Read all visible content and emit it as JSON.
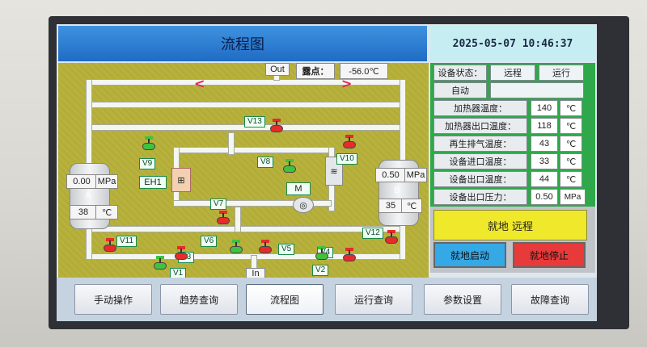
{
  "header": {
    "title": "流程图",
    "datetime": "2025-05-07 10:46:37"
  },
  "process": {
    "out_label": "Out",
    "in_label": "In",
    "dewpoint_label": "露点：",
    "dewpoint_value": "-56.0℃",
    "valves": {
      "v1": "V1",
      "v2": "V2",
      "v3": "V3",
      "v4": "V4",
      "v5": "V5",
      "v6": "V6",
      "v7": "V7",
      "v8": "V8",
      "v9": "V9",
      "v10": "V10",
      "v11": "V11",
      "v12": "V12",
      "v13": "V13"
    },
    "eh1": "EH1",
    "m": "M",
    "tower_a": {
      "name": "A",
      "pressure": "0.00",
      "pressure_unit": "MPa",
      "temp": "38",
      "temp_unit": "℃"
    },
    "tower_b": {
      "name": "B",
      "pressure": "0.50",
      "pressure_unit": "MPa",
      "temp": "35",
      "temp_unit": "℃"
    }
  },
  "status_panel": {
    "device_status_label": "设备状态：",
    "mode_remote": "远程",
    "mode_run": "运行",
    "mode_auto": "自动",
    "rows": [
      {
        "label": "加热器温度：",
        "value": "140",
        "unit": "℃"
      },
      {
        "label": "加热器出口温度：",
        "value": "118",
        "unit": "℃"
      },
      {
        "label": "再生排气温度：",
        "value": "43",
        "unit": "℃"
      },
      {
        "label": "设备进口温度：",
        "value": "33",
        "unit": "℃"
      },
      {
        "label": "设备出口温度：",
        "value": "44",
        "unit": "℃"
      },
      {
        "label": "设备出口压力：",
        "value": "0.50",
        "unit": "MPa"
      }
    ]
  },
  "controls": {
    "local_remote": "就地 远程",
    "local_start": "就地启动",
    "local_stop": "就地停止"
  },
  "nav": [
    "手动操作",
    "趋势查询",
    "流程图",
    "运行查询",
    "参数设置",
    "故障查询"
  ],
  "colors": {
    "process_bg": "#b8b23c",
    "panel_green": "#2ea84a",
    "valve_open": "#3fc23f",
    "valve_closed": "#e52b2b"
  }
}
